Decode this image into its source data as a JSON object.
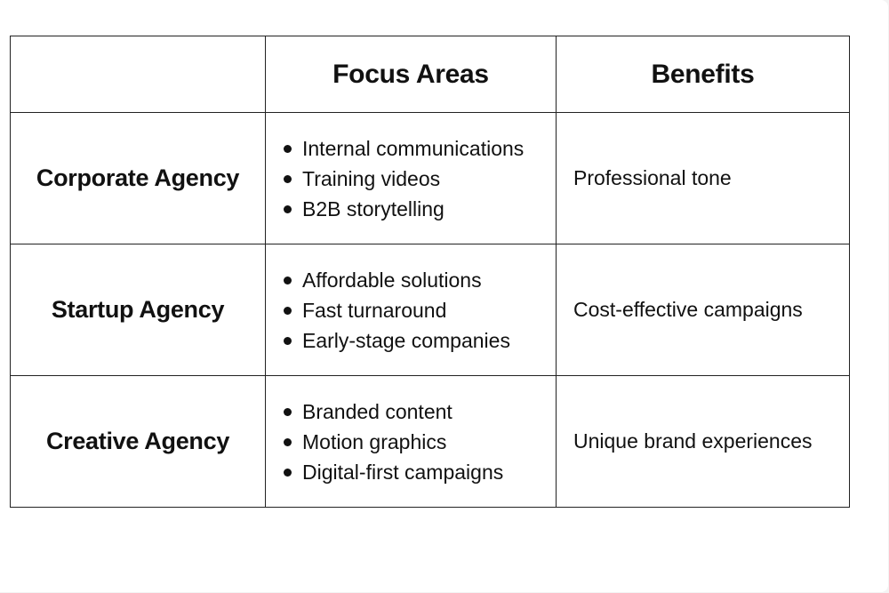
{
  "table": {
    "headers": [
      "",
      "Focus Areas",
      "Benefits"
    ],
    "rows": [
      {
        "agency": "Corporate Agency",
        "focus_areas": [
          "Internal communications",
          "Training videos",
          "B2B storytelling"
        ],
        "benefit": "Professional tone"
      },
      {
        "agency": "Startup Agency",
        "focus_areas": [
          "Affordable solutions",
          "Fast turnaround",
          "Early-stage companies"
        ],
        "benefit": "Cost-effective campaigns"
      },
      {
        "agency": "Creative Agency",
        "focus_areas": [
          "Branded content",
          "Motion graphics",
          "Digital-first campaigns"
        ],
        "benefit": "Unique brand experiences"
      }
    ]
  },
  "colors": {
    "background": "#ffffff",
    "page_edge": "#f3f3f3",
    "border": "#222222",
    "text": "#111111"
  }
}
